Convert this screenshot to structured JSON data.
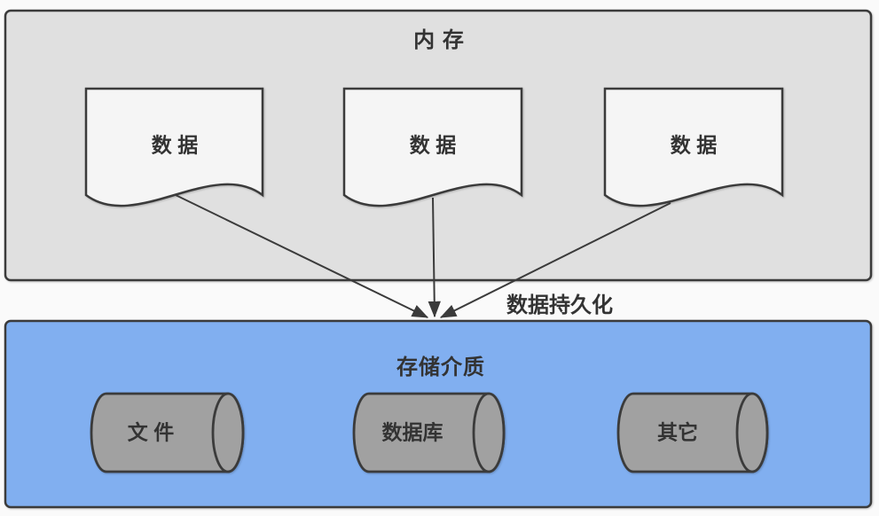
{
  "colors": {
    "page_bg": "#fafafa",
    "memory_box_fill": "#e0e0e0",
    "document_fill": "#f5f5f5",
    "storage_box_fill": "#81aff0",
    "cylinder_fill": "#a1a1a1",
    "stroke": "#3b3b3b",
    "text": "#333333"
  },
  "memory": {
    "title": "内 存",
    "documents": [
      {
        "label": "数 据"
      },
      {
        "label": "数 据"
      },
      {
        "label": "数 据"
      }
    ]
  },
  "persistence": {
    "arrow_label": "数据持久化"
  },
  "storage": {
    "title": "存储介质",
    "cylinders": [
      {
        "label": "文 件"
      },
      {
        "label": "数据库"
      },
      {
        "label": "其它"
      }
    ]
  }
}
